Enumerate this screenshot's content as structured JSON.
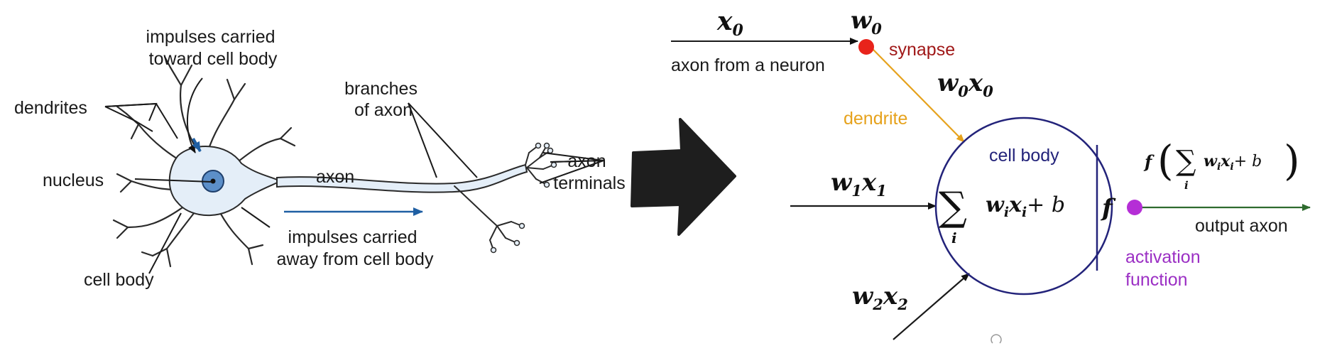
{
  "biological": {
    "labels": {
      "impulses_toward": [
        "impulses carried",
        "toward cell body"
      ],
      "dendrites": "dendrites",
      "branches_of_axon": [
        "branches",
        "of axon"
      ],
      "axon_terminals": [
        "axon",
        "terminals"
      ],
      "nucleus": "nucleus",
      "axon": "axon",
      "impulses_away": [
        "impulses carried",
        "away from cell body"
      ],
      "cell_body": "cell body"
    }
  },
  "arrow_icon": "right-arrow-icon",
  "model": {
    "x0": "x",
    "x0_sub": "0",
    "w0": "w",
    "w0_sub": "0",
    "synapse": "synapse",
    "axon_from_neuron": "axon from a neuron",
    "w0x0": {
      "w": "w",
      "ws": "0",
      "x": "x",
      "xs": "0"
    },
    "dendrite": "dendrite",
    "cell_body": "cell body",
    "w1x1": {
      "w": "w",
      "ws": "1",
      "x": "x",
      "xs": "1"
    },
    "w2x2": {
      "w": "w",
      "ws": "2",
      "x": "x",
      "xs": "2"
    },
    "sum_symbol": "∑",
    "sum_index": "i",
    "sum_body": {
      "w": "w",
      "ws": "i",
      "x": "x",
      "xs": "i",
      "plus_b": "+ b"
    },
    "f_symbol": "f",
    "output_formula": {
      "f": "f",
      "lparen": "(",
      "sum": "∑",
      "index": "i",
      "w": "w",
      "ws": "i",
      "x": "x",
      "xs": "i",
      "plus_b": "+ b",
      "rparen": ")"
    },
    "output_axon": "output axon",
    "activation_function": [
      "activation",
      "function"
    ]
  },
  "colors": {
    "synapse_dot": "#e8231b",
    "synapse_text": "#a01818",
    "dendrite": "#e6a21c",
    "cell_body": "#23237a",
    "activation_dot": "#b52ed6",
    "activation_text": "#9b2fc4",
    "output_line": "#2e6b2e",
    "impulse_arrow": "#1f5fa3",
    "neuron_fill": "#e4eef8",
    "nucleus": "#5c8fc9"
  }
}
